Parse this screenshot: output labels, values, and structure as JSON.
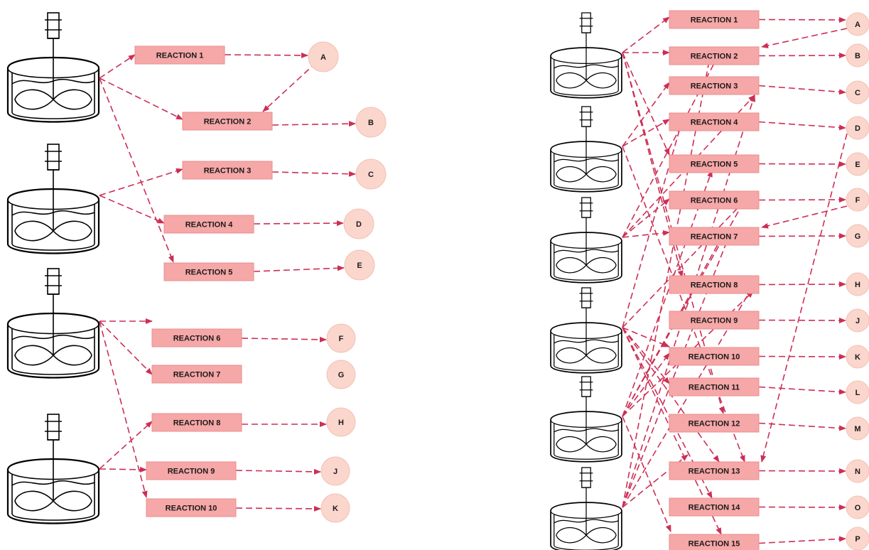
{
  "colors": {
    "reaction_fill": "#f6a7a7",
    "reaction_stroke": "#e98f8f",
    "node_fill": "#fbd6cc",
    "node_stroke": "#f3c0b3",
    "arrow": "#cc2f55",
    "reactor": "#000000"
  },
  "left_diagram": {
    "reactions": [
      {
        "id": "L1",
        "label": "REACTION 1"
      },
      {
        "id": "L2",
        "label": "REACTION 2"
      },
      {
        "id": "L3",
        "label": "REACTION 3"
      },
      {
        "id": "L4",
        "label": "REACTION 4"
      },
      {
        "id": "L5",
        "label": "REACTION 5"
      },
      {
        "id": "L6",
        "label": "REACTION 6"
      },
      {
        "id": "L7",
        "label": "REACTION 7"
      },
      {
        "id": "L8",
        "label": "REACTION 8"
      },
      {
        "id": "L9",
        "label": "REACTION 9"
      },
      {
        "id": "L10",
        "label": "REACTION 10"
      }
    ],
    "nodes": [
      {
        "id": "LA",
        "label": "A"
      },
      {
        "id": "LB",
        "label": "B"
      },
      {
        "id": "LC",
        "label": "C"
      },
      {
        "id": "LD",
        "label": "D"
      },
      {
        "id": "LE",
        "label": "E"
      },
      {
        "id": "LF",
        "label": "F"
      },
      {
        "id": "LG",
        "label": "G"
      },
      {
        "id": "LH",
        "label": "H"
      },
      {
        "id": "LJ",
        "label": "J"
      },
      {
        "id": "LK",
        "label": "K"
      }
    ]
  },
  "right_diagram": {
    "reactions": [
      {
        "id": "R1",
        "label": "REACTION 1"
      },
      {
        "id": "R2",
        "label": "REACTION 2"
      },
      {
        "id": "R3",
        "label": "REACTION 3"
      },
      {
        "id": "R4",
        "label": "REACTION 4"
      },
      {
        "id": "R5",
        "label": "REACTION 5"
      },
      {
        "id": "R6",
        "label": "REACTION 6"
      },
      {
        "id": "R7",
        "label": "REACTION 7"
      },
      {
        "id": "R8",
        "label": "REACTION 8"
      },
      {
        "id": "R9",
        "label": "REACTION 9"
      },
      {
        "id": "R10",
        "label": "REACTION 10"
      },
      {
        "id": "R11",
        "label": "REACTION 11"
      },
      {
        "id": "R12",
        "label": "REACTION 12"
      },
      {
        "id": "R13",
        "label": "REACTION 13"
      },
      {
        "id": "R14",
        "label": "REACTION 14"
      },
      {
        "id": "R15",
        "label": "REACTION 15"
      }
    ],
    "nodes": [
      {
        "id": "RA",
        "label": "A"
      },
      {
        "id": "RB",
        "label": "B"
      },
      {
        "id": "RC",
        "label": "C"
      },
      {
        "id": "RD",
        "label": "D"
      },
      {
        "id": "RE",
        "label": "E"
      },
      {
        "id": "RF",
        "label": "F"
      },
      {
        "id": "RG",
        "label": "G"
      },
      {
        "id": "RH",
        "label": "H"
      },
      {
        "id": "RJ",
        "label": "J"
      },
      {
        "id": "RK",
        "label": "K"
      },
      {
        "id": "RL",
        "label": "L"
      },
      {
        "id": "RM",
        "label": "M"
      },
      {
        "id": "RN",
        "label": "N"
      },
      {
        "id": "RO",
        "label": "O"
      },
      {
        "id": "RP",
        "label": "P"
      }
    ]
  }
}
